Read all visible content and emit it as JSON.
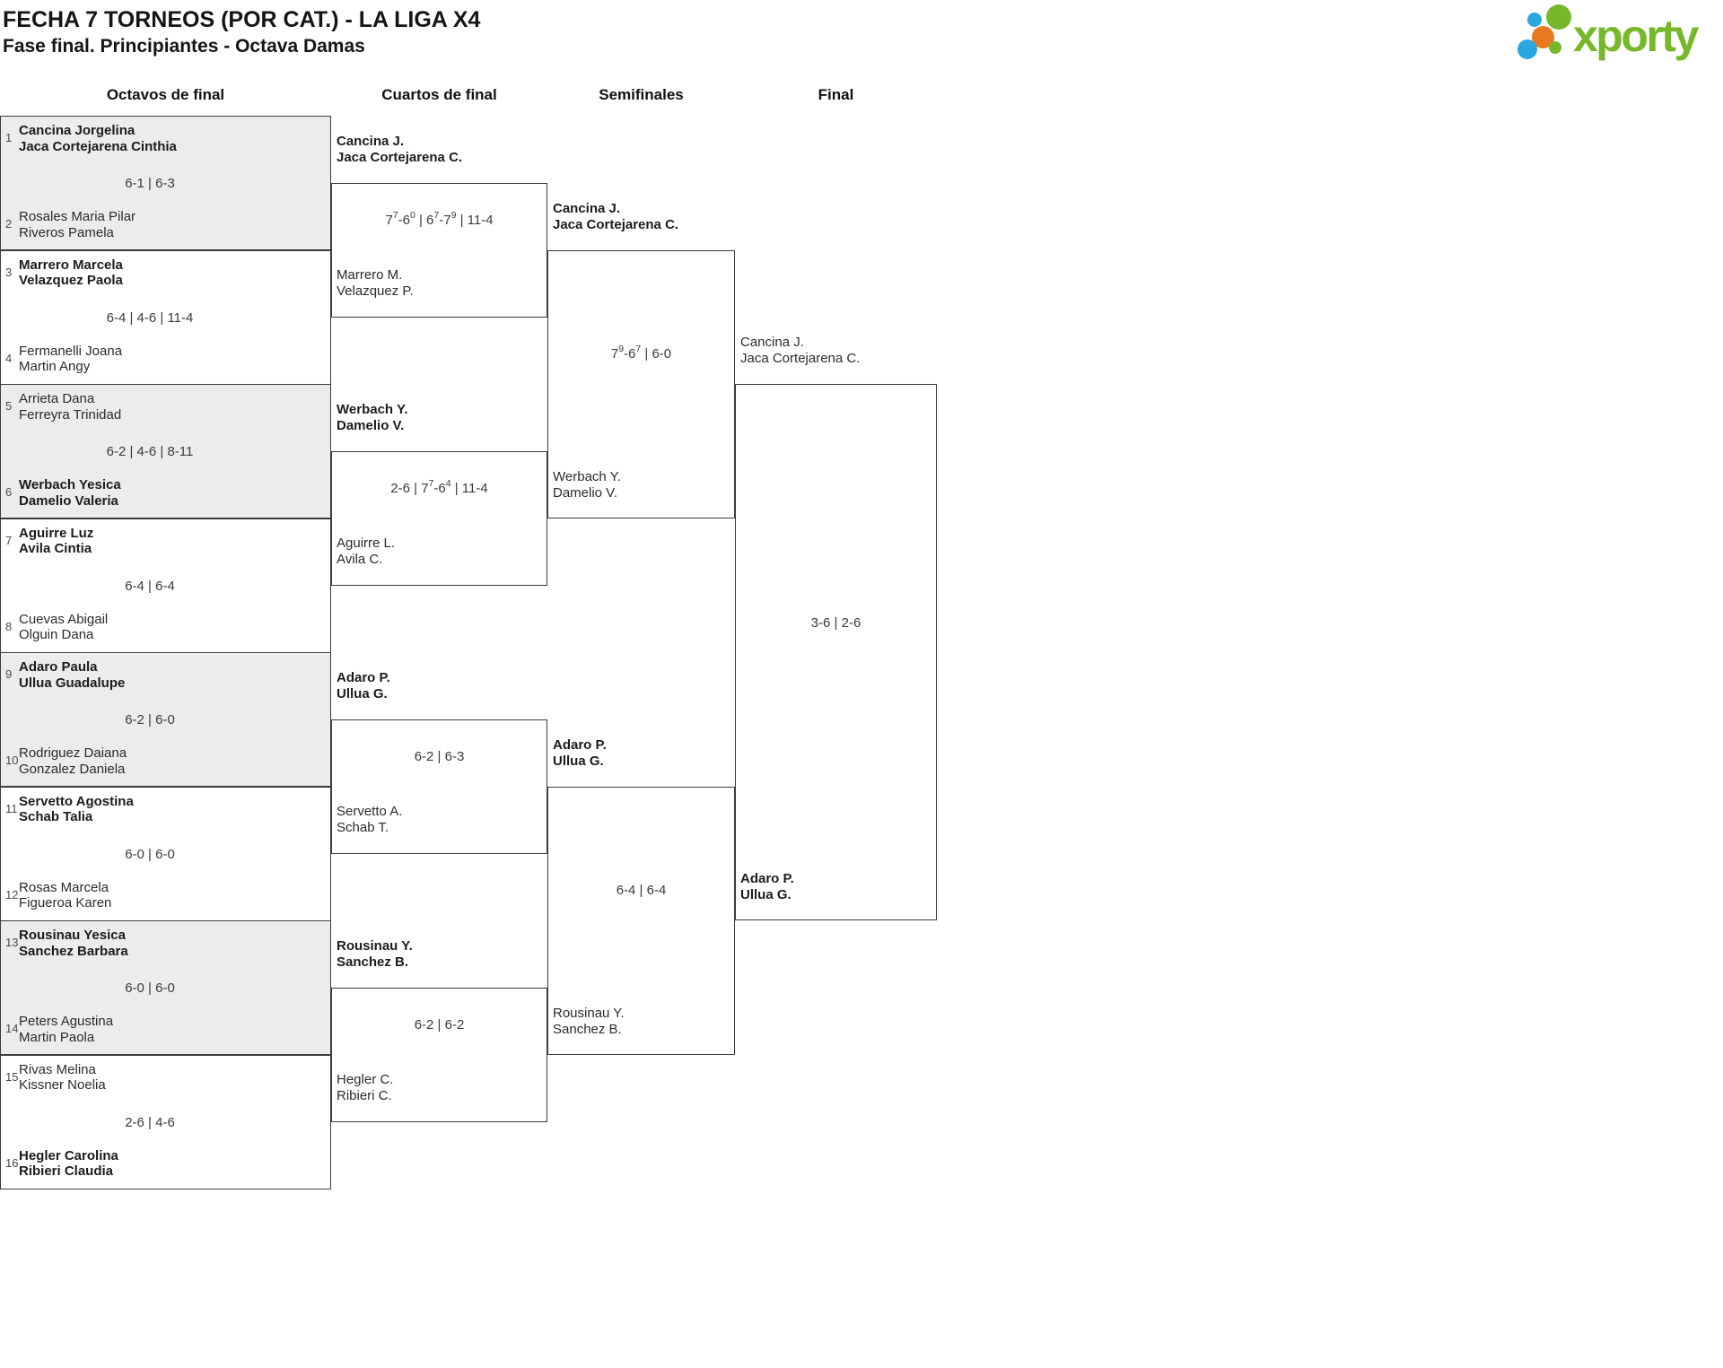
{
  "title": {
    "line1": "FECHA 7 TORNEOS (POR CAT.) - LA LIGA X4",
    "line2": "Fase final. Principiantes - Octava Damas"
  },
  "logo": {
    "text": "xporty",
    "colors": {
      "green": "#76B82A",
      "blue": "#29A8E0",
      "orange": "#E8791E"
    }
  },
  "rounds": {
    "r16": "Octavos de final",
    "qf": "Cuartos de final",
    "sf": "Semifinales",
    "f": "Final"
  },
  "octavos": [
    {
      "seed1": "1",
      "team1": [
        "Cancina Jorgelina",
        "Jaca Cortejarena Cinthia"
      ],
      "team1_winner": true,
      "score": "6-1 | 6-3",
      "seed2": "2",
      "team2": [
        "Rosales Maria Pilar",
        "Riveros Pamela"
      ],
      "team2_winner": false
    },
    {
      "seed1": "3",
      "team1": [
        "Marrero Marcela",
        "Velazquez Paola"
      ],
      "team1_winner": true,
      "score": "6-4 | 4-6 | 11-4",
      "seed2": "4",
      "team2": [
        "Fermanelli Joana",
        "Martin Angy"
      ],
      "team2_winner": false
    },
    {
      "seed1": "5",
      "team1": [
        "Arrieta Dana",
        "Ferreyra Trinidad"
      ],
      "team1_winner": false,
      "score": "6-2 | 4-6 | 8-11",
      "seed2": "6",
      "team2": [
        "Werbach Yesica",
        "Damelio Valeria"
      ],
      "team2_winner": true
    },
    {
      "seed1": "7",
      "team1": [
        "Aguirre Luz",
        "Avila Cintia"
      ],
      "team1_winner": true,
      "score": "6-4 | 6-4",
      "seed2": "8",
      "team2": [
        "Cuevas Abigail",
        "Olguin Dana"
      ],
      "team2_winner": false
    },
    {
      "seed1": "9",
      "team1": [
        "Adaro Paula",
        "Ullua Guadalupe"
      ],
      "team1_winner": true,
      "score": "6-2 | 6-0",
      "seed2": "10",
      "team2": [
        "Rodriguez Daiana",
        "Gonzalez Daniela"
      ],
      "team2_winner": false
    },
    {
      "seed1": "11",
      "team1": [
        "Servetto Agostina",
        "Schab Talia"
      ],
      "team1_winner": true,
      "score": "6-0 | 6-0",
      "seed2": "12",
      "team2": [
        "Rosas Marcela",
        "Figueroa Karen"
      ],
      "team2_winner": false
    },
    {
      "seed1": "13",
      "team1": [
        "Rousinau Yesica",
        "Sanchez Barbara"
      ],
      "team1_winner": true,
      "score": "6-0 | 6-0",
      "seed2": "14",
      "team2": [
        "Peters Agustina",
        "Martin Paola"
      ],
      "team2_winner": false
    },
    {
      "seed1": "15",
      "team1": [
        "Rivas Melina",
        "Kissner Noelia"
      ],
      "team1_winner": false,
      "score": "2-6 | 4-6",
      "seed2": "16",
      "team2": [
        "Hegler Carolina",
        "Ribieri Claudia"
      ],
      "team2_winner": true
    }
  ],
  "cuartos": [
    {
      "top": [
        "Cancina J.",
        "Jaca Cortejarena C."
      ],
      "top_winner": true,
      "score": "7^7-6^0 | 6^7-7^9 | 11-4",
      "bottom": [
        "Marrero M.",
        "Velazquez P."
      ],
      "bottom_winner": false
    },
    {
      "top": [
        "Werbach Y.",
        "Damelio V."
      ],
      "top_winner": true,
      "score": "2-6 | 7^7-6^4 | 11-4",
      "bottom": [
        "Aguirre L.",
        "Avila C."
      ],
      "bottom_winner": false
    },
    {
      "top": [
        "Adaro P.",
        "Ullua G."
      ],
      "top_winner": true,
      "score": "6-2 | 6-3",
      "bottom": [
        "Servetto A.",
        "Schab T."
      ],
      "bottom_winner": false
    },
    {
      "top": [
        "Rousinau Y.",
        "Sanchez B."
      ],
      "top_winner": true,
      "score": "6-2 | 6-2",
      "bottom": [
        "Hegler C.",
        "Ribieri C."
      ],
      "bottom_winner": false
    }
  ],
  "semifinales": [
    {
      "top": [
        "Cancina J.",
        "Jaca Cortejarena C."
      ],
      "top_winner": true,
      "score": "7^9-6^7 | 6-0",
      "bottom": [
        "Werbach Y.",
        "Damelio V."
      ],
      "bottom_winner": false
    },
    {
      "top": [
        "Adaro P.",
        "Ullua G."
      ],
      "top_winner": true,
      "score": "6-4 | 6-4",
      "bottom": [
        "Rousinau Y.",
        "Sanchez B."
      ],
      "bottom_winner": false
    }
  ],
  "final": {
    "top": [
      "Cancina J.",
      "Jaca Cortejarena C."
    ],
    "top_winner": false,
    "score": "3-6 | 2-6",
    "bottom": [
      "Adaro P.",
      "Ullua G."
    ],
    "bottom_winner": true
  }
}
